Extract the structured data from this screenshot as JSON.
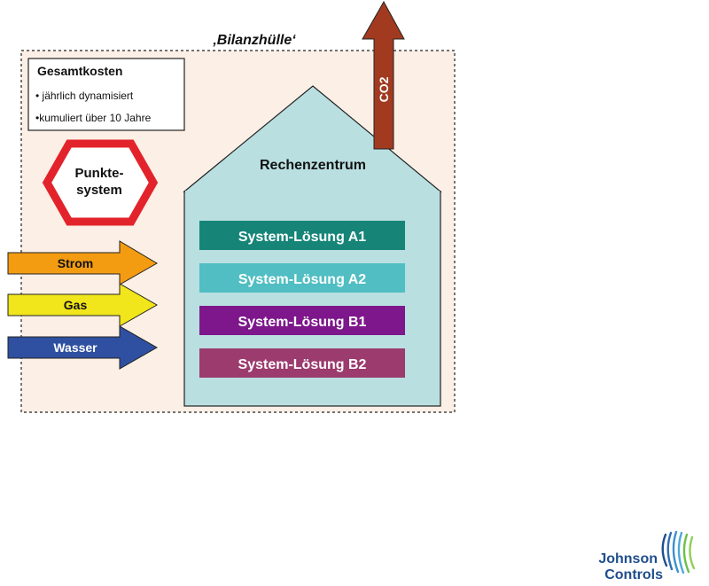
{
  "diagram": {
    "boundary_title": "‚Bilanzhülle‘",
    "costs": {
      "title": "Gesamtkosten",
      "lines": [
        "• jährlich dynamisiert",
        "•kumuliert über 10 Jahre"
      ]
    },
    "points_system": {
      "line1": "Punkte-",
      "line2": "system"
    },
    "inputs": [
      {
        "label": "Strom",
        "color": "#f39c12"
      },
      {
        "label": "Gas",
        "color": "#f1e51b"
      },
      {
        "label": "Wasser",
        "color": "#2f50a0"
      }
    ],
    "datacenter": {
      "title": "Rechenzentrum",
      "solutions": [
        {
          "label": "System-Lösung A1",
          "color": "#168578"
        },
        {
          "label": "System-Lösung A2",
          "color": "#50bec2"
        },
        {
          "label": "System-Lösung B1",
          "color": "#7d178b"
        },
        {
          "label": "System-Lösung B2",
          "color": "#9c3b6e"
        }
      ]
    },
    "output": {
      "label": "CO2",
      "color": "#a23a20"
    }
  },
  "logo": {
    "line1": "Johnson",
    "line2": "Controls",
    "color": "#1f4e8c"
  },
  "colors": {
    "boundary_fill": "#fcefe6",
    "house_fill": "#b9dfe1",
    "octagon_stroke": "#e3232b"
  }
}
